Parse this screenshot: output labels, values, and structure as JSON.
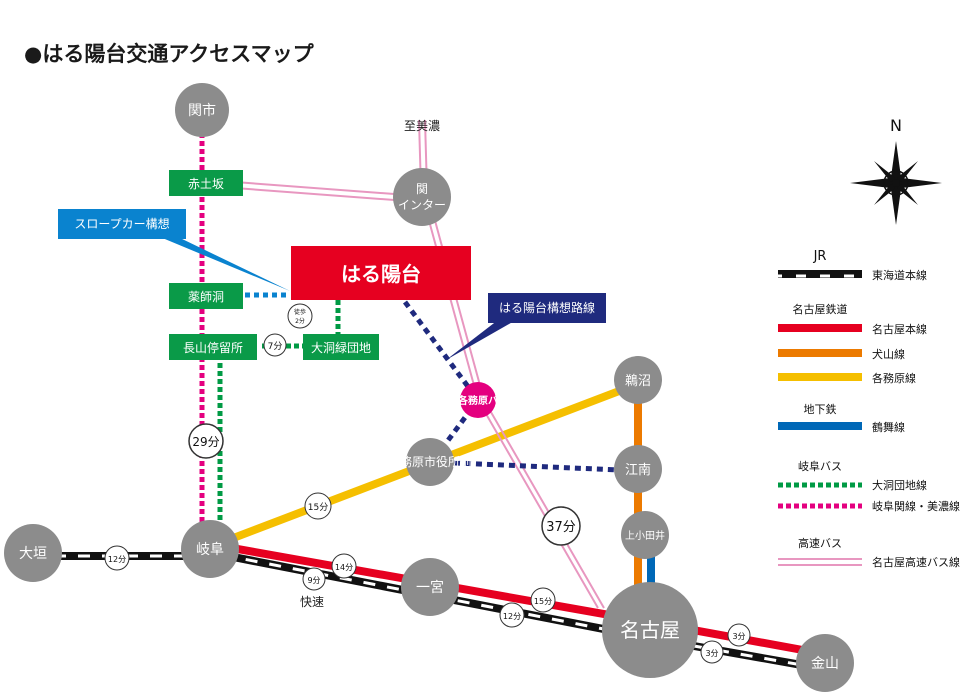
{
  "title": "●はる陽台交通アクセスマップ",
  "compass_letter": "N",
  "main_label": "はる陽台",
  "callouts": {
    "slope_car": "スロープカー構想",
    "planned_route": "はる陽台構想路線"
  },
  "stations": {
    "sekishi": "関市",
    "ogaki": "大垣",
    "gifu": "岐阜",
    "ichinomiya": "一宮",
    "nagoya": "名古屋",
    "kanayama": "金山",
    "unuma": "鵜沼",
    "konan": "江南",
    "kamiotai": "上小田井",
    "seki_ic_1": "関",
    "seki_ic_2": "インター",
    "kakamigahara": "各務原市役所前"
  },
  "stops": {
    "akadosaka": "赤土坂",
    "yakushido": "薬師洞",
    "nagayama": "長山停留所",
    "ohorabora": "大洞緑団地",
    "bus_stop": "高速各務原バス停",
    "to_mino": "至美濃",
    "rapid": "快速",
    "walk_1": "徒歩",
    "walk_2": "2分"
  },
  "times": {
    "t29": "29分",
    "t37": "37分",
    "t15_meitetsu": "15分",
    "t7": "7分",
    "t12_ogaki": "12分",
    "t14": "14分",
    "t9": "9分",
    "t15_nagoya": "15分",
    "t12_nagoya": "12分",
    "t3_meitetsu": "3分",
    "t3_jr": "3分"
  },
  "legend": {
    "jr_header": "JR",
    "jr_tokaido": "東海道本線",
    "meitetsu_header": "名古屋鉄道",
    "meitetsu_nagoya": "名古屋本線",
    "meitetsu_inuyama": "犬山線",
    "meitetsu_kakamigahara": "各務原線",
    "subway_header": "地下鉄",
    "subway_tsurumai": "鶴舞線",
    "gifubus_header": "岐阜バス",
    "gifubus_ohora": "大洞団地線",
    "gifubus_seki": "岐阜関線・美濃線",
    "highway_header": "高速バス",
    "highway_nagoya": "名古屋高速バス線"
  },
  "colors": {
    "red": "#e60020",
    "orange": "#ec7a00",
    "yellow": "#f5bf00",
    "blue": "#0068b7",
    "green": "#009a44",
    "magenta": "#e4007f",
    "navy": "#1f2a7e",
    "pink": "#e897c0",
    "station": "#8c8c8c",
    "stopbox": "#0a9a48",
    "cyan_callout": "#0a83cf"
  }
}
